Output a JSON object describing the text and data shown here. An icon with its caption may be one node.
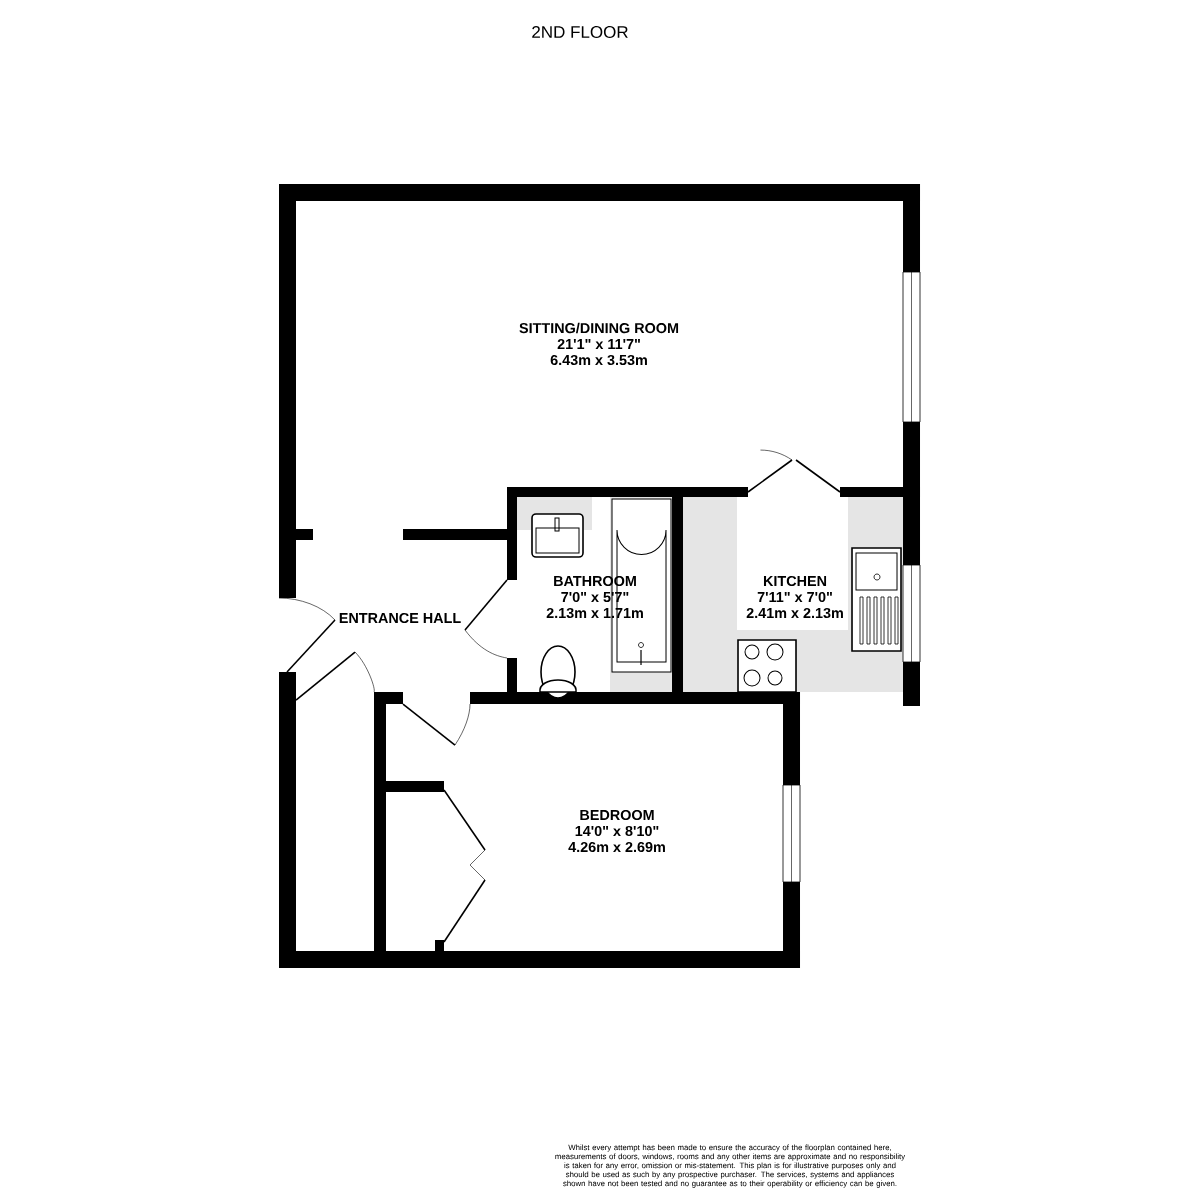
{
  "diagram": {
    "title": "2ND FLOOR",
    "labels": [
      "SITTING/DINING ROOM",
      "21'1\" x 11'7\"",
      "6.43m x 3.53m",
      "ENTRANCE HALL",
      "BATHROOM",
      "7'0\" x 5'7\"",
      "2.13m x 1.71m",
      "KITCHEN",
      "7'11\" x 7'0\"",
      "2.41m x 2.13m",
      "BEDROOM",
      "14'0\" x 8'10\"",
      "4.26m x 2.69m",
      "Whilst every attempt has been made to ensure the accuracy of the floorplan contained here, measurements of doors, windows, rooms and any other items are approximate and no responsibility is taken for any error, omission or mis-statement. This plan is for illustrative purposes only and should be used as such by any prospective purchaser. The services, systems and appliances shown have not been tested and no guarantee as to their operability or efficiency can be given."
    ]
  }
}
